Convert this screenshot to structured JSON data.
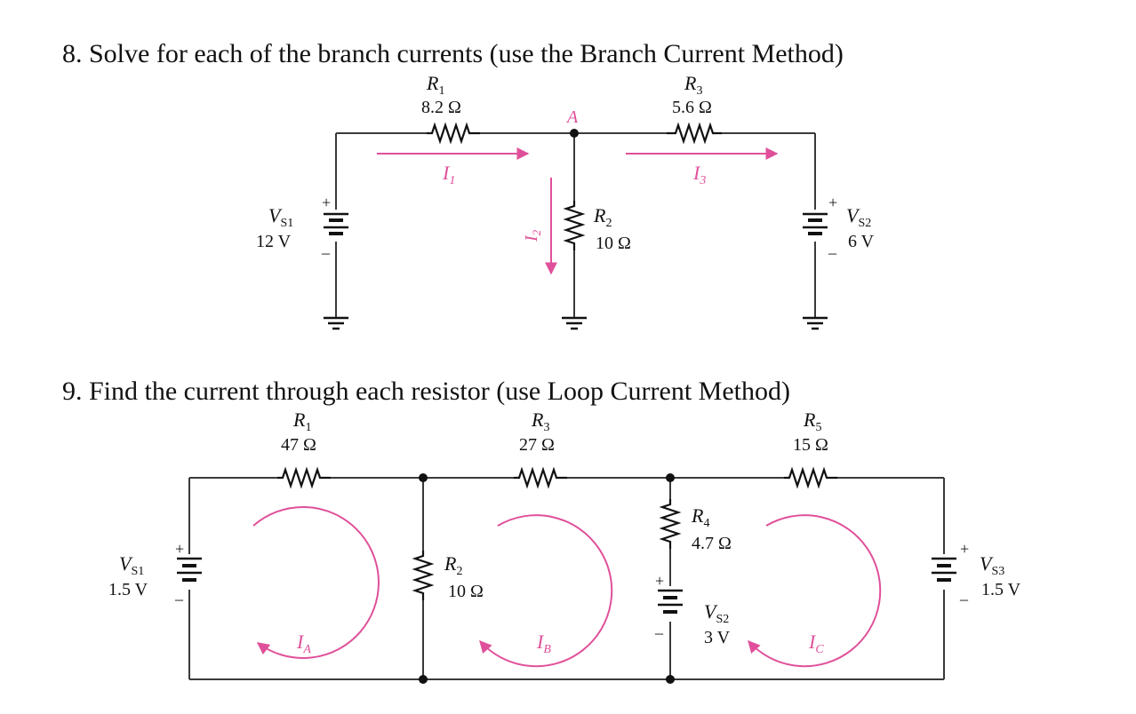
{
  "q8": {
    "heading": "8.  Solve for each of the branch currents (use the Branch Current Method)",
    "node": "A",
    "R1": {
      "name": "R",
      "sub": "1",
      "value": "8.2 Ω"
    },
    "R2": {
      "name": "R",
      "sub": "2",
      "value": "10 Ω"
    },
    "R3": {
      "name": "R",
      "sub": "3",
      "value": "5.6 Ω"
    },
    "VS1": {
      "name": "V",
      "sub": "S1",
      "value": "12 V"
    },
    "VS2": {
      "name": "V",
      "sub": "S2",
      "value": "6 V"
    },
    "I1": {
      "name": "I",
      "sub": "1"
    },
    "I2": {
      "name": "I",
      "sub": "2"
    },
    "I3": {
      "name": "I",
      "sub": "3"
    },
    "plus": "+",
    "minus": "_"
  },
  "q9": {
    "heading": "9.  Find the current through each resistor (use Loop Current Method)",
    "R1": {
      "name": "R",
      "sub": "1",
      "value": "47 Ω"
    },
    "R2": {
      "name": "R",
      "sub": "2",
      "value": "10 Ω"
    },
    "R3": {
      "name": "R",
      "sub": "3",
      "value": "27 Ω"
    },
    "R4": {
      "name": "R",
      "sub": "4",
      "value": "4.7 Ω"
    },
    "R5": {
      "name": "R",
      "sub": "5",
      "value": "15 Ω"
    },
    "VS1": {
      "name": "V",
      "sub": "S1",
      "value": "1.5 V"
    },
    "VS2": {
      "name": "V",
      "sub": "S2",
      "value": "3 V"
    },
    "VS3": {
      "name": "V",
      "sub": "S3",
      "value": "1.5 V"
    },
    "IA": {
      "name": "I",
      "sub": "A"
    },
    "IB": {
      "name": "I",
      "sub": "B"
    },
    "IC": {
      "name": "I",
      "sub": "C"
    },
    "plus": "+",
    "minus": "_"
  },
  "colors": {
    "current_arrows": "#e0509a",
    "wires": "#3a3a3a"
  }
}
